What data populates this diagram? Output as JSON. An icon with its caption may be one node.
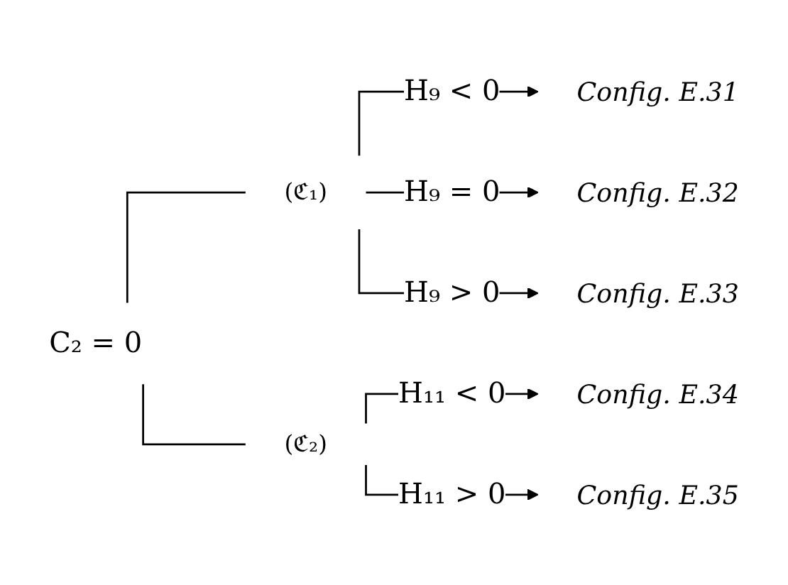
{
  "diagram": {
    "nodes": [
      {
        "text": [
          "C₂ = 0"
        ]
      },
      {
        "text": [
          "(ℭ₁)"
        ]
      },
      {
        "text": [
          "(ℭ₂)"
        ]
      },
      {
        "text": [
          "Config. E.31"
        ]
      },
      {
        "text": [
          "Config. E.32"
        ]
      },
      {
        "text": [
          "Config. E.33"
        ]
      },
      {
        "text": [
          "Config. E.34"
        ]
      },
      {
        "text": [
          "Config. E.35"
        ]
      }
    ],
    "edges": [
      {
        "from": 0,
        "to": 1,
        "arrow": "none"
      },
      {
        "from": 0,
        "to": 2,
        "arrow": "none"
      },
      {
        "from": 1,
        "to": 3,
        "arrow": "to",
        "label": "H₉ < 0"
      },
      {
        "from": 1,
        "to": 4,
        "arrow": "to",
        "label": "H₉ = 0"
      },
      {
        "from": 1,
        "to": 5,
        "arrow": "to",
        "label": "H₉ > 0"
      },
      {
        "from": 2,
        "to": 6,
        "arrow": "to",
        "label": "H₁₁ < 0"
      },
      {
        "from": 2,
        "to": 7,
        "arrow": "to",
        "label": "H₁₁ > 0"
      }
    ]
  }
}
